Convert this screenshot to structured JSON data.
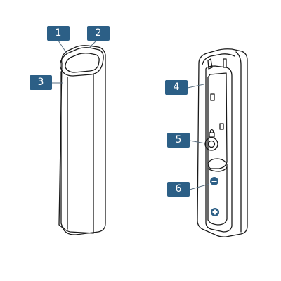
{
  "callouts": [
    {
      "id": "1",
      "label": "1"
    },
    {
      "id": "2",
      "label": "2"
    },
    {
      "id": "3",
      "label": "3"
    },
    {
      "id": "4",
      "label": "4"
    },
    {
      "id": "5",
      "label": "5"
    },
    {
      "id": "6",
      "label": "6"
    }
  ],
  "colors": {
    "callout_fill": "#2c5f86",
    "callout_text": "#ffffff",
    "outline": "#1a1a1a",
    "device_fill": "#ffffff",
    "leader_line": "#5a6f80"
  },
  "icons": [
    "minus-icon",
    "plus-icon",
    "lock-icon"
  ]
}
